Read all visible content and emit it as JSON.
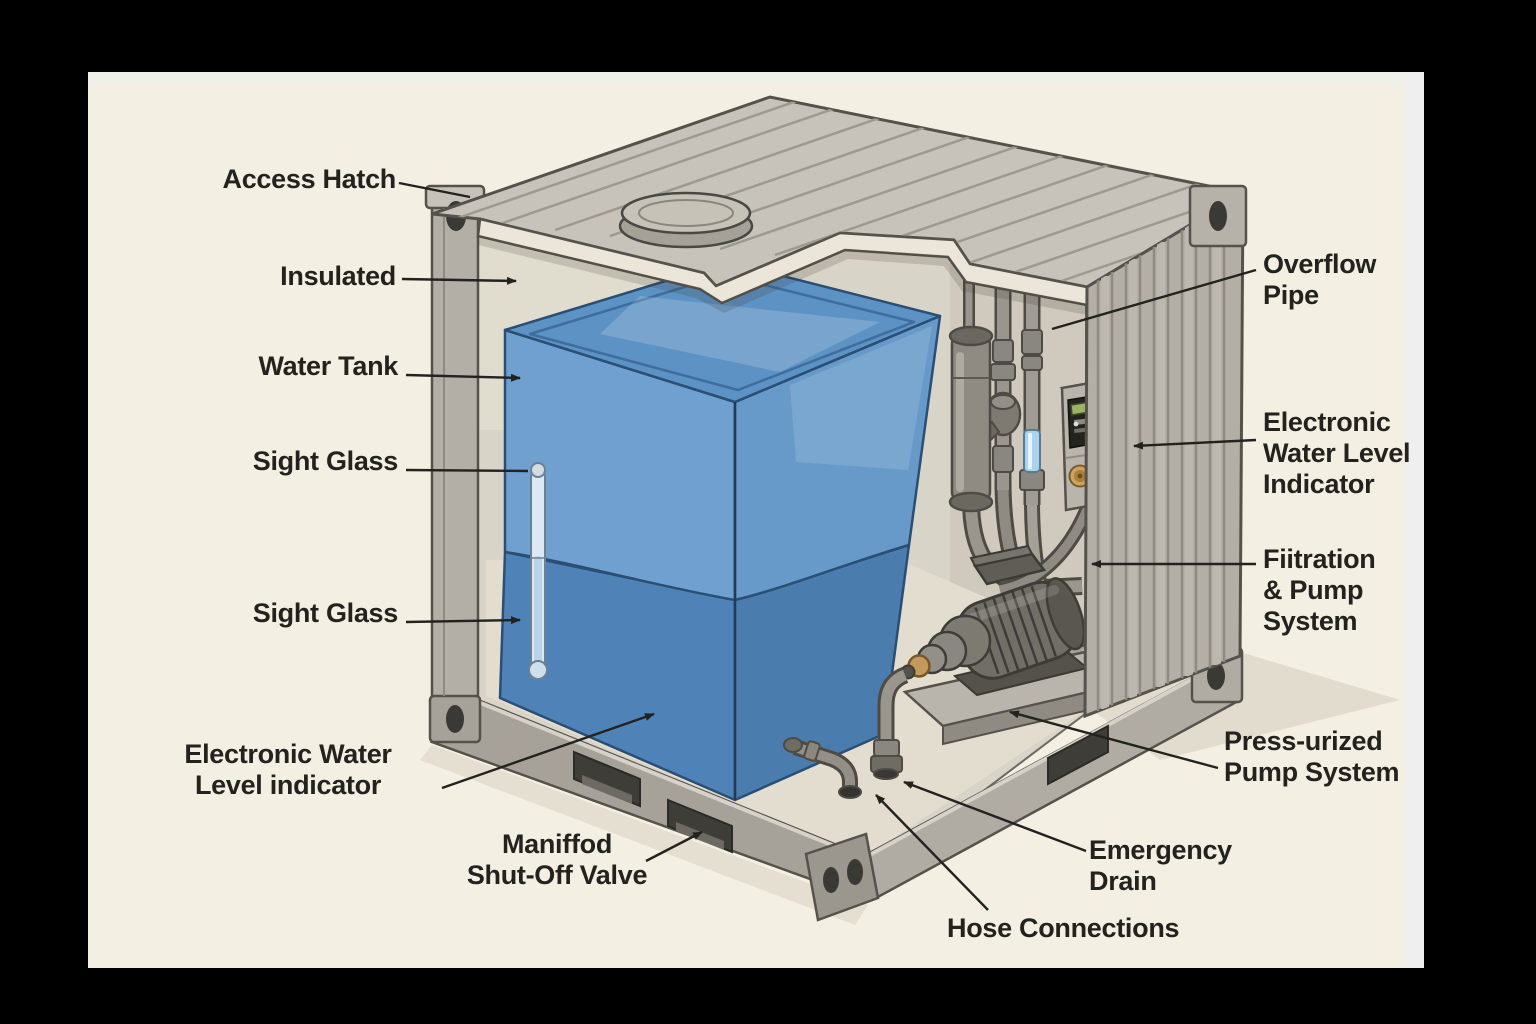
{
  "diagram": {
    "type": "cutaway-illustration",
    "subject": "Containerized water tank system with pump and filtration equipment",
    "labels": {
      "access_hatch": "Access Hatch",
      "insulated": "Insulated",
      "water_tank": "Water Tank",
      "sight_glass_upper": "Sight Glass",
      "sight_glass_lower": "Sight Glass",
      "electronic_water_left_1": "Electronic Water",
      "electronic_water_left_2": "Level indicator",
      "manifold_1": "Maniffod",
      "manifold_2": "Shut-Off Valve",
      "hose_connections": "Hose Connections",
      "emergency_1": "Emergency",
      "emergency_2": "Drain",
      "pressurized_1": "Press-urized",
      "pressurized_2": "Pump System",
      "filtration_1": "Fiitration",
      "filtration_2": "& Pump",
      "filtration_3": "System",
      "ewli_right_1": "Electronic",
      "ewli_right_2": "Water Level",
      "ewli_right_3": "Indicator",
      "overflow_1": "Overflow",
      "overflow_2": "Pipe"
    },
    "colors": {
      "frame": "#000000",
      "canvas": "#f4efe3",
      "container_gray": "#b3afa6",
      "roof_gray": "#c7c3ba",
      "cut_face": "#ebe6d9",
      "interior": "#d9d4c8",
      "floor": "#e3ddcf",
      "tank_top": "#5d92c4",
      "tank_upper_left": "#6fa0cf",
      "tank_lower_left": "#4f83b8",
      "tank_upper_right": "#679ac9",
      "tank_lower_right": "#4a7dae",
      "pump_dark": "#716e66",
      "pipe_gray": "#9a968d",
      "lcd_green": "#9db364",
      "knob_bronze": "#c29a5c",
      "label_text": "#23221e"
    }
  }
}
